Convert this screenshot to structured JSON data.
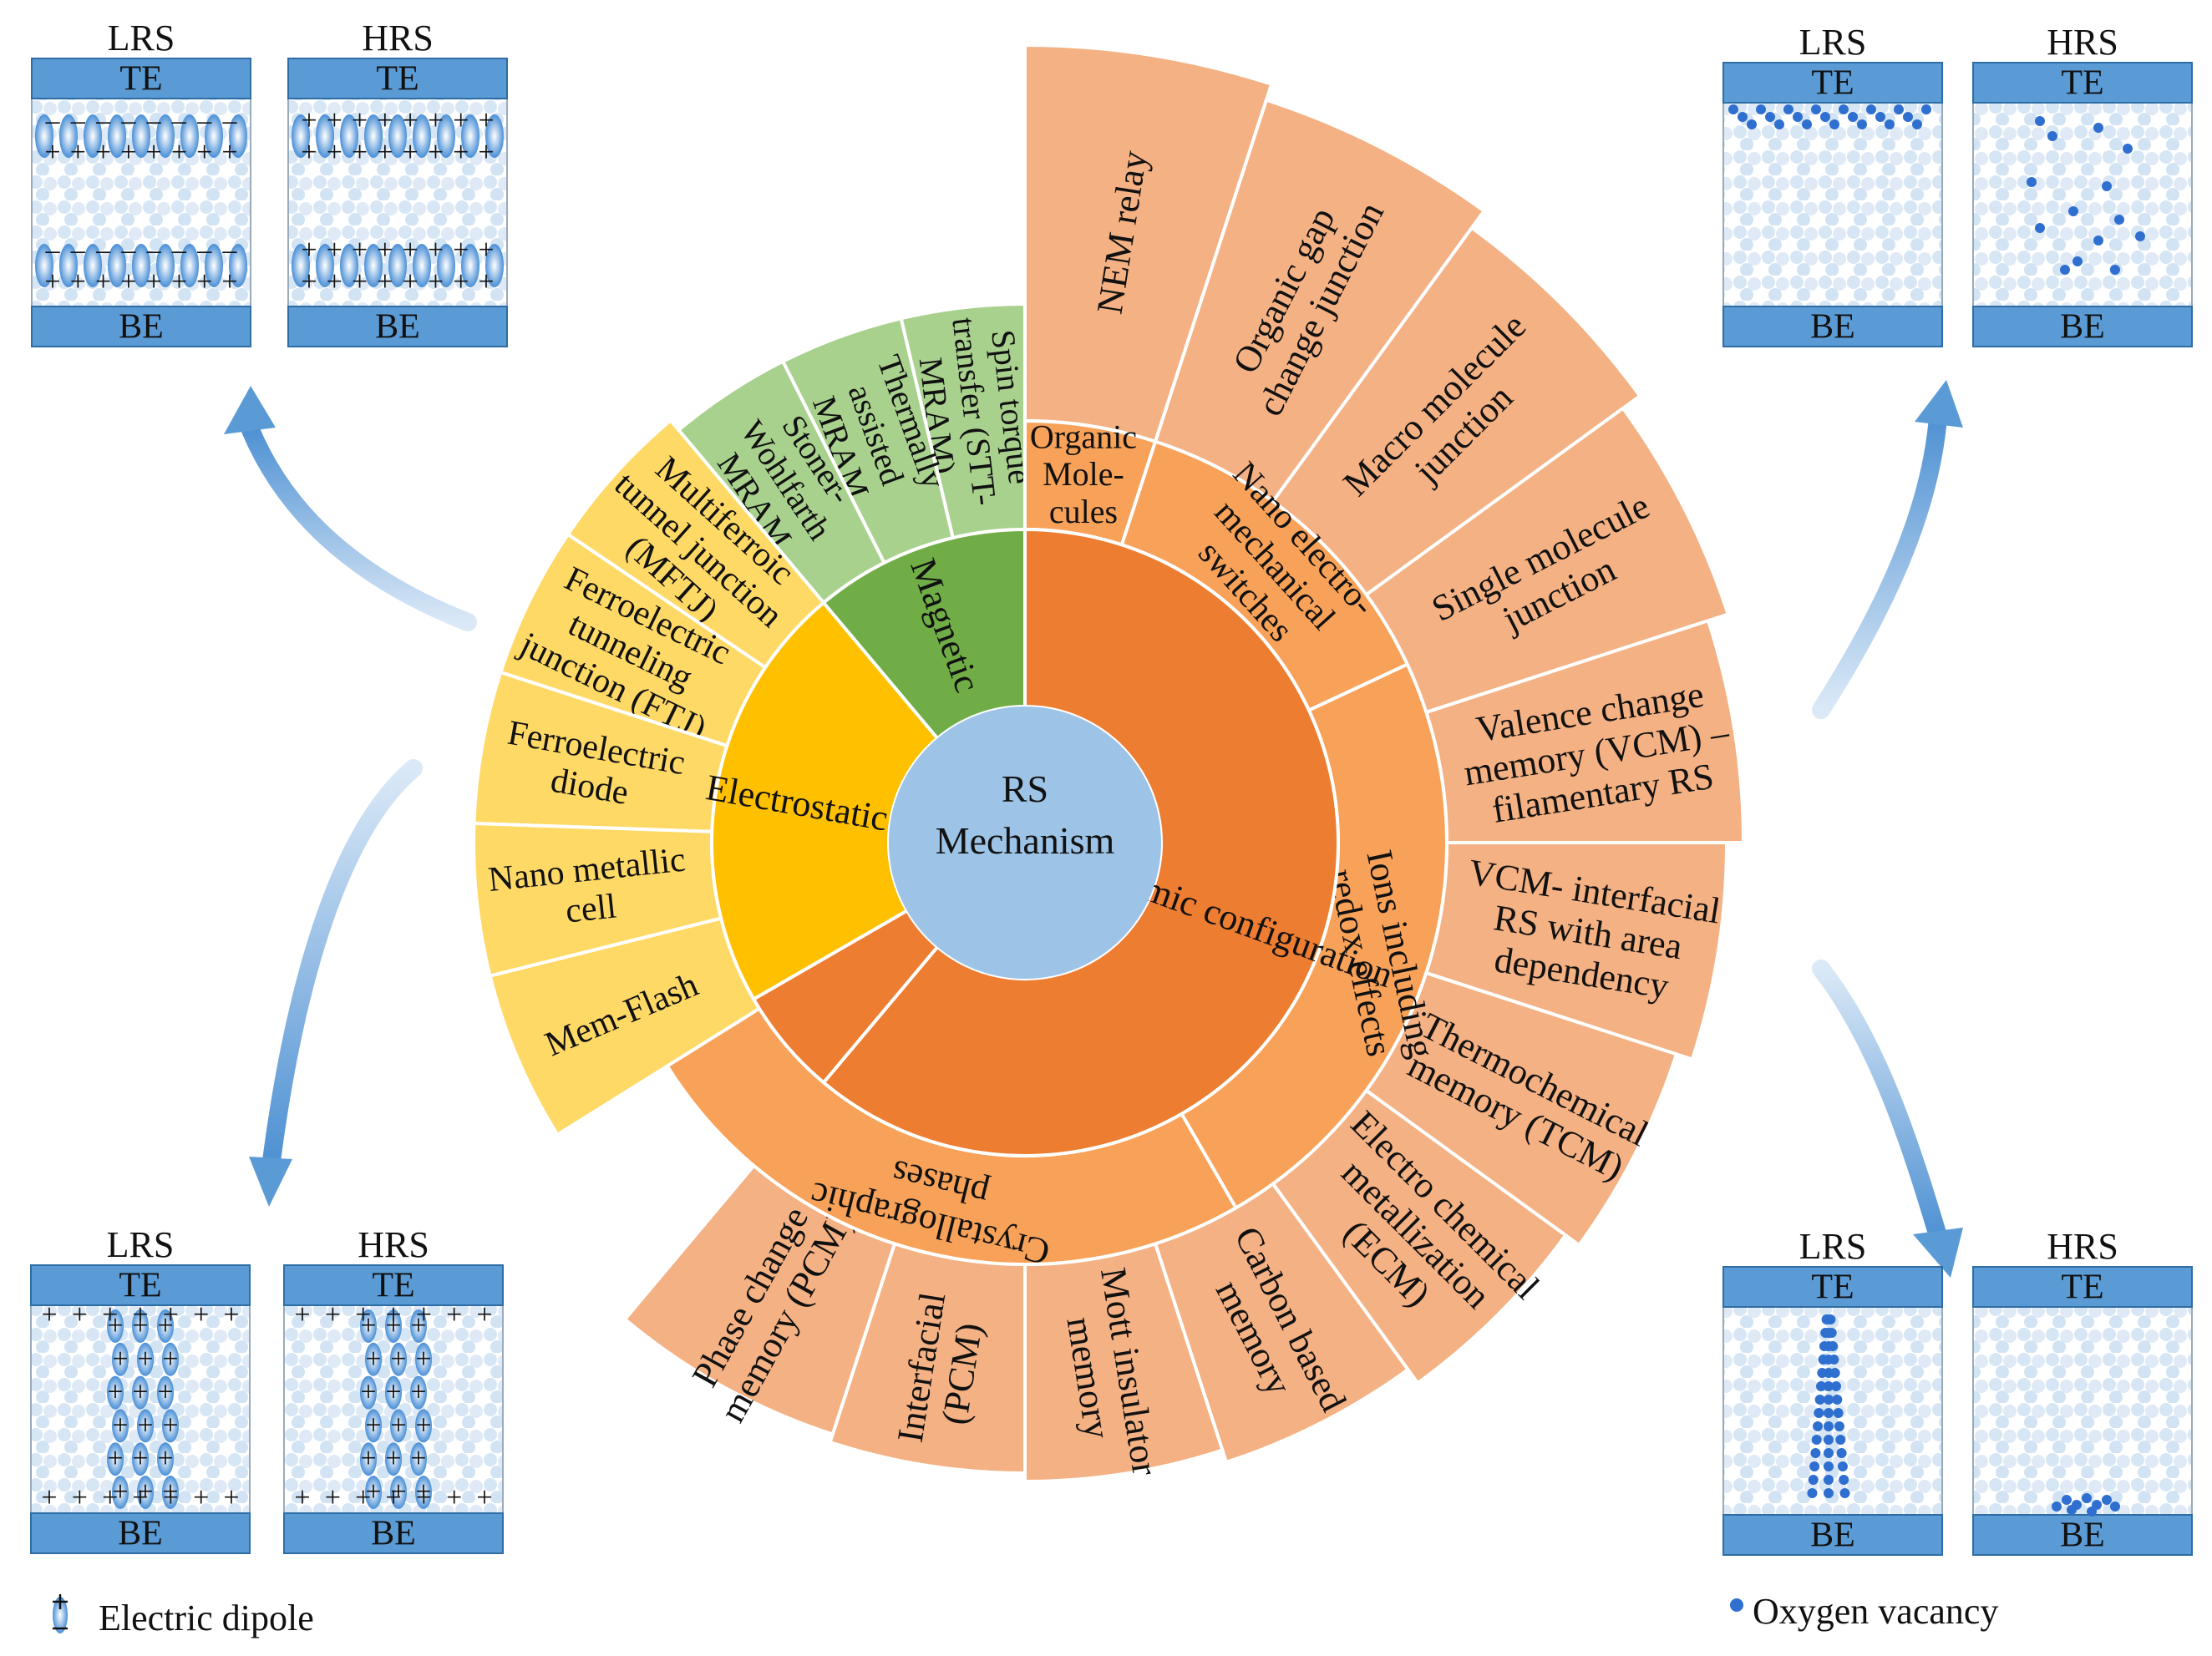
{
  "center": {
    "lines": [
      "RS",
      "Mechanism"
    ]
  },
  "colors": {
    "center": "#9dc3e6",
    "atomic_core": "#ed7d31",
    "atomic_mid": "#f8a259",
    "atomic_outer": "#f4b183",
    "magnetic_core": "#70ad47",
    "magnetic_outer": "#a9d18e",
    "electrostatic_core": "#ffc000",
    "electrostatic_outer": "#ffd966",
    "electrode": "#5b9bd5",
    "arrow": "#5b9bd5",
    "vacancy": "#2f6fd0"
  },
  "inner_ring": [
    {
      "id": "atomic",
      "label": "Atomic configuration"
    },
    {
      "id": "magnetic",
      "label": "Magnetic"
    },
    {
      "id": "electrostatic",
      "label": "Electrostatic"
    }
  ],
  "mid_ring": [
    {
      "id": "organic",
      "lines": [
        "Organic",
        "Mole-",
        "cules"
      ]
    },
    {
      "id": "nems",
      "lines": [
        "Nano electro-",
        "mechanical",
        "switches"
      ]
    },
    {
      "id": "ions",
      "lines": [
        "Ions including",
        "redox effects"
      ]
    },
    {
      "id": "cryst",
      "lines": [
        "Crystallographic",
        "phases"
      ]
    }
  ],
  "outer_atomic": [
    {
      "id": "nem-relay",
      "lines": [
        "NEM relay"
      ]
    },
    {
      "id": "organic-gap",
      "lines": [
        "Organic gap",
        "change junction"
      ]
    },
    {
      "id": "macro-molecule",
      "lines": [
        "Macro molecule",
        "junction"
      ]
    },
    {
      "id": "single-molecule",
      "lines": [
        "Single molecule",
        "junction"
      ]
    },
    {
      "id": "vcm-filamentary",
      "lines": [
        "Valence change",
        "memory (VCM) –",
        "filamentary RS"
      ]
    },
    {
      "id": "vcm-interfacial",
      "lines": [
        "VCM- interfacial",
        "RS with area",
        "dependency"
      ]
    },
    {
      "id": "tcm",
      "lines": [
        "Thermochemical",
        "memory (TCM)"
      ]
    },
    {
      "id": "ecm",
      "lines": [
        "Electro chemical",
        "metallization",
        "(ECM)"
      ]
    },
    {
      "id": "carbon",
      "lines": [
        "Carbon based",
        "memory"
      ]
    },
    {
      "id": "mott",
      "lines": [
        "Mott insulator",
        "memory"
      ]
    },
    {
      "id": "interfacial-pcm",
      "lines": [
        "Interfacial",
        "(PCM)"
      ]
    },
    {
      "id": "pcm",
      "lines": [
        "Phase change",
        "memory (PCM)"
      ]
    }
  ],
  "outer_magnetic": [
    {
      "id": "stt-mram",
      "lines": [
        "Spin torque",
        "transfer  (STT-",
        "MRAM)"
      ]
    },
    {
      "id": "ta-mram",
      "lines": [
        "Thermally",
        "assisted",
        "MRAM"
      ]
    },
    {
      "id": "sw-mram",
      "lines": [
        "Stoner-",
        "Wohlfarth",
        "MRAM"
      ]
    }
  ],
  "outer_electrostatic": [
    {
      "id": "mftj",
      "lines": [
        "Multiferroic",
        "tunnel junction",
        "(MFTJ)"
      ]
    },
    {
      "id": "ftj",
      "lines": [
        "Ferroelectric",
        "tunneling",
        "junction (FTJ)"
      ]
    },
    {
      "id": "fe-diode",
      "lines": [
        "Ferroelectric",
        "diode"
      ]
    },
    {
      "id": "nano-metallic",
      "lines": [
        "Nano metallic",
        "cell"
      ]
    },
    {
      "id": "mem-flash",
      "lines": [
        "Mem-Flash"
      ]
    }
  ],
  "device_labels": {
    "lrs": "LRS",
    "hrs": "HRS",
    "top_electrode": "TE",
    "bottom_electrode": "BE"
  },
  "legend": {
    "dipole": {
      "icon": "dipole-icon",
      "label": "Electric dipole"
    },
    "vacancy": {
      "icon": "vacancy-dot-icon",
      "label": "Oxygen vacancy"
    }
  }
}
